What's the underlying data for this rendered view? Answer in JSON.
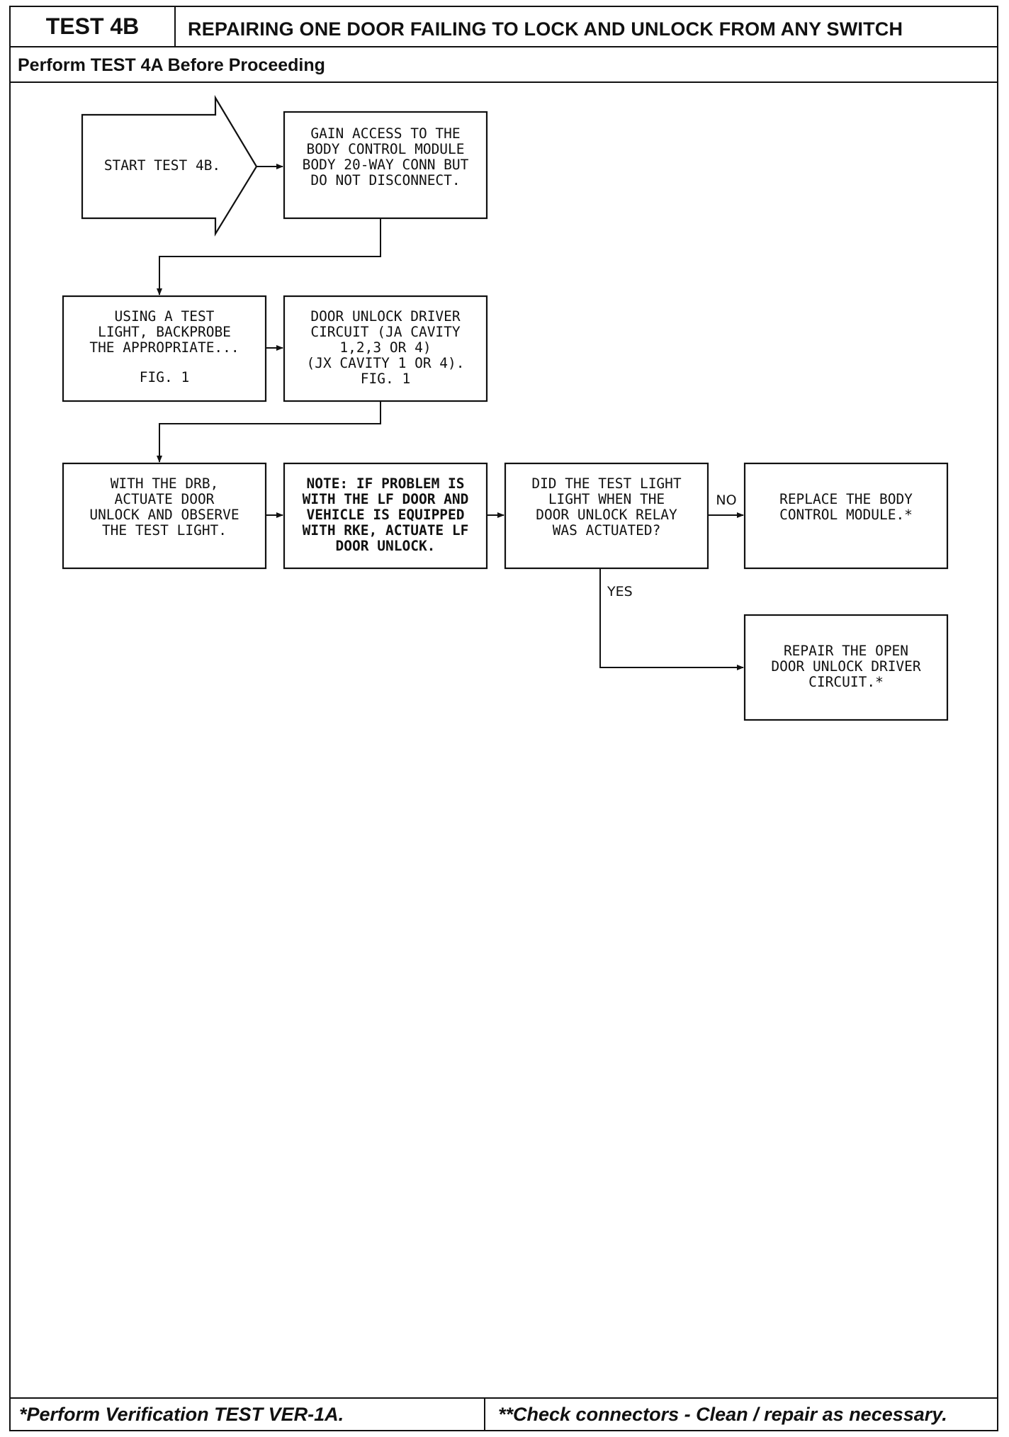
{
  "header": {
    "test_id": "TEST 4B",
    "title": "REPAIRING ONE DOOR FAILING TO LOCK AND UNLOCK FROM ANY SWITCH",
    "prerequisite": "Perform TEST 4A Before Proceeding"
  },
  "flow": {
    "start": [
      "START TEST 4B."
    ],
    "gain_access": [
      "GAIN ACCESS TO THE",
      "BODY CONTROL MODULE",
      "BODY 20-WAY CONN BUT",
      "DO NOT DISCONNECT."
    ],
    "test_light": [
      "USING A TEST",
      "LIGHT, BACKPROBE",
      "THE APPROPRIATE...",
      "",
      "FIG. 1"
    ],
    "driver_circuit": [
      "DOOR UNLOCK DRIVER",
      "CIRCUIT (JA CAVITY",
      "1,2,3 OR 4)",
      "(JX CAVITY 1 OR 4).",
      "FIG. 1"
    ],
    "drb": [
      "WITH THE DRB,",
      "ACTUATE DOOR",
      "UNLOCK AND OBSERVE",
      "THE TEST LIGHT."
    ],
    "note": [
      "NOTE: IF PROBLEM IS",
      "WITH THE LF DOOR AND",
      "VEHICLE IS EQUIPPED",
      "WITH RKE, ACTUATE LF",
      "DOOR UNLOCK."
    ],
    "question": [
      "DID THE TEST LIGHT",
      "LIGHT WHEN THE",
      "DOOR UNLOCK RELAY",
      "WAS ACTUATED?"
    ],
    "replace": [
      "REPLACE THE BODY",
      "CONTROL MODULE.*"
    ],
    "repair": [
      "REPAIR THE OPEN",
      "DOOR UNLOCK DRIVER",
      "CIRCUIT.*"
    ],
    "no_label": "NO",
    "yes_label": "YES"
  },
  "footer": {
    "left": "*Perform Verification TEST VER-1A.",
    "right": "**Check connectors - Clean / repair as necessary."
  }
}
